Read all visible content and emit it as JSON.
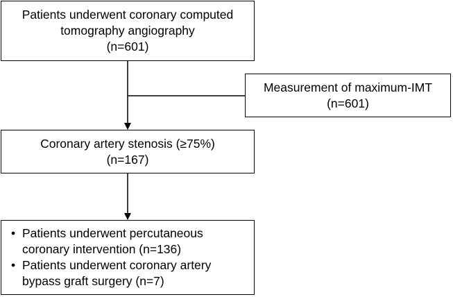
{
  "flowchart": {
    "top_box": {
      "lines": [
        "Patients underwent coronary computed",
        "tomography angiography",
        "(n=601)"
      ]
    },
    "side_box": {
      "lines": [
        "Measurement of maximum-IMT",
        "(n=601)"
      ]
    },
    "middle_box": {
      "lines": [
        "Coronary artery stenosis (≥75%)",
        "(n=167)"
      ]
    },
    "bottom_box": {
      "bullet_symbol": "•",
      "items": [
        {
          "lines": [
            "Patients underwent percutaneous",
            "coronary intervention (n=136)"
          ]
        },
        {
          "lines": [
            "Patients underwent coronary artery",
            "bypass graft surgery (n=7)"
          ]
        }
      ]
    }
  },
  "colors": {
    "stroke": "#000000",
    "background": "#ffffff",
    "text": "#000000"
  }
}
